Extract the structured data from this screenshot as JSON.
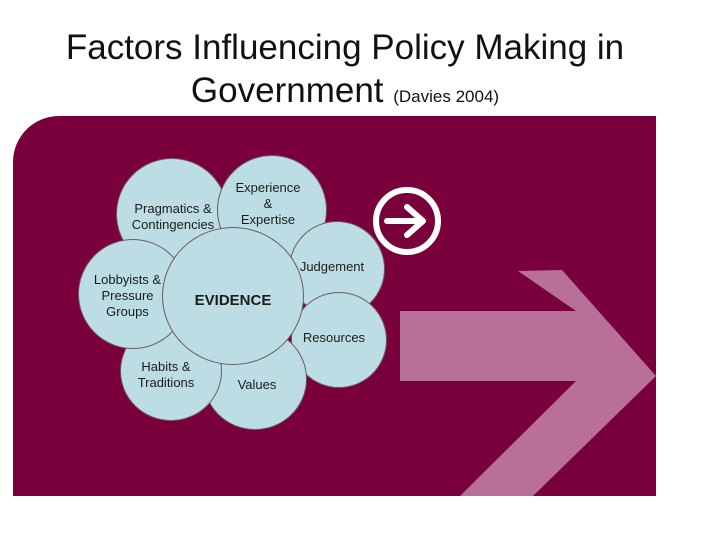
{
  "title": {
    "main_line1": "Factors Influencing Policy Making in",
    "main_line2": "Government ",
    "citation": "(Davies 2004)"
  },
  "colors": {
    "panel": "#7a003c",
    "bubble": "#bcdde3",
    "arrow_large": "#b86f98",
    "arrow_icon": "#ffffff"
  },
  "diagram": {
    "center": {
      "label": "EVIDENCE"
    },
    "factors": [
      {
        "id": "pragmatics",
        "lines": [
          "Pragmatics &",
          "Contingencies"
        ]
      },
      {
        "id": "experience",
        "lines": [
          "Experience",
          "&",
          "Expertise"
        ]
      },
      {
        "id": "judgement",
        "lines": [
          "Judgement"
        ]
      },
      {
        "id": "resources",
        "lines": [
          "Resources"
        ]
      },
      {
        "id": "values",
        "lines": [
          "Values"
        ]
      },
      {
        "id": "habits",
        "lines": [
          "Habits &",
          "Traditions"
        ]
      },
      {
        "id": "lobbyists",
        "lines": [
          "Lobbyists &",
          "Pressure",
          "Groups"
        ]
      }
    ]
  },
  "icons": {
    "arrow_circle": "arrow-right-circle-icon",
    "large_arrow": "large-arrow-right-icon"
  }
}
